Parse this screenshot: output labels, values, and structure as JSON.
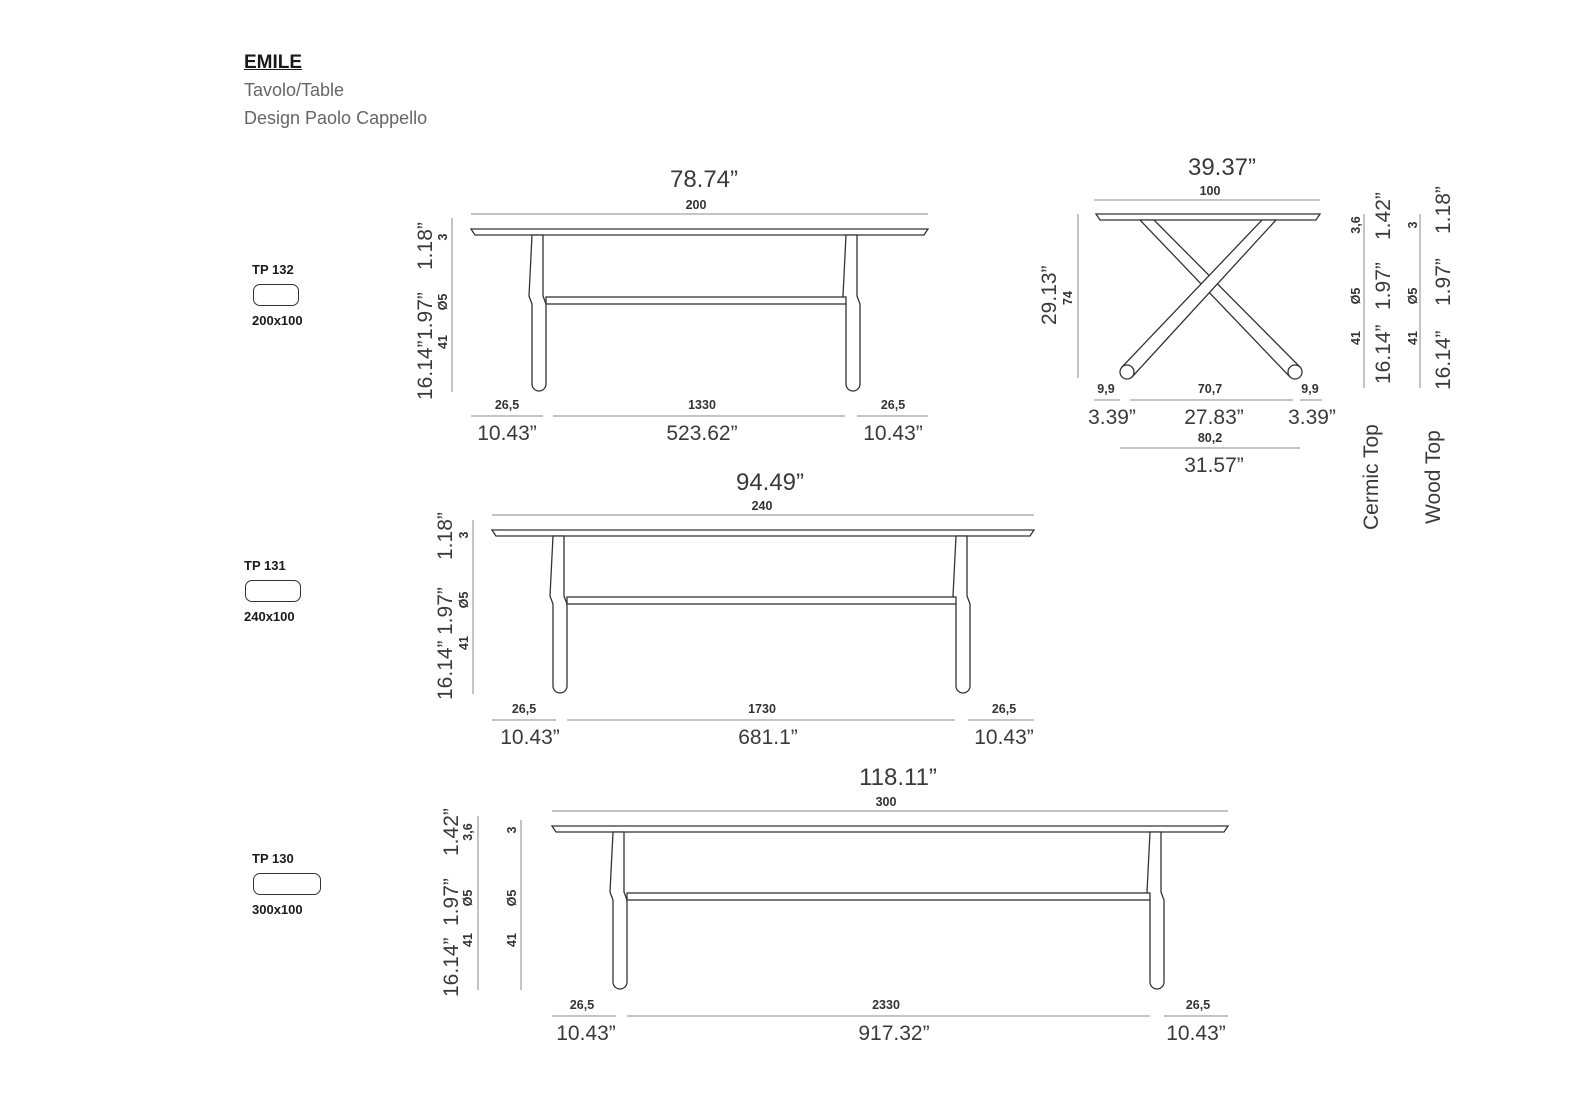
{
  "header": {
    "brand": "EMILE",
    "type": "Tavolo/Table",
    "designer": "Design Paolo Cappello"
  },
  "models": [
    {
      "code": "TP 132",
      "size": "200x100"
    },
    {
      "code": "TP 131",
      "size": "240x100"
    },
    {
      "code": "TP 130",
      "size": "300x100"
    }
  ],
  "tp132": {
    "length_in": "78.74”",
    "length_cm": "200",
    "top_in": "1.18”",
    "top_cm": "3",
    "leg_in": "1.97”",
    "leg_cm": "Ø5",
    "rail_in": "16.14”",
    "rail_cm": "41",
    "over_left_cm": "26,5",
    "over_left_in": "10.43”",
    "span_cm": "1330",
    "span_in": "523.62”",
    "over_right_cm": "26,5",
    "over_right_in": "10.43”"
  },
  "side": {
    "width_in": "39.37”",
    "width_cm": "100",
    "height_in": "29.13”",
    "height_cm": "74",
    "foot_left_cm": "9,9",
    "foot_left_in": "3.39”",
    "foot_mid_cm": "70,7",
    "foot_mid_in": "27.83”",
    "foot_right_cm": "9,9",
    "foot_right_in": "3.39”",
    "base_cm": "80,2",
    "base_in": "31.57”"
  },
  "tops": [
    {
      "label": "Cermic Top",
      "top_cm": "3,6",
      "top_in": "1.42”",
      "leg_cm": "Ø5",
      "leg_in": "1.97”",
      "rail_cm": "41",
      "rail_in": "16.14”"
    },
    {
      "label": "Wood Top",
      "top_cm": "3",
      "top_in": "1.18”",
      "leg_cm": "Ø5",
      "leg_in": "1.97”",
      "rail_cm": "41",
      "rail_in": "16.14”"
    }
  ],
  "tp131": {
    "length_in": "94.49”",
    "length_cm": "240",
    "top_in": "1.18”",
    "top_cm": "3",
    "leg_in": "1.97”",
    "leg_cm": "Ø5",
    "rail_in": "16.14”",
    "rail_cm": "41",
    "over_left_cm": "26,5",
    "over_left_in": "10.43”",
    "span_cm": "1730",
    "span_in": "681.1”",
    "over_right_cm": "26,5",
    "over_right_in": "10.43”"
  },
  "tp130": {
    "length_in": "118.11”",
    "length_cm": "300",
    "top_in": "1.42”",
    "top_cm": "3,6",
    "top2_cm": "3",
    "leg_in": "1.97”",
    "leg_cm": "Ø5",
    "leg2_cm": "Ø5",
    "rail_in": "16.14”",
    "rail_cm": "41",
    "rail2_cm": "41",
    "over_left_cm": "26,5",
    "over_left_in": "10.43”",
    "span_cm": "2330",
    "span_in": "917.32”",
    "over_right_cm": "26,5",
    "over_right_in": "10.43”"
  }
}
